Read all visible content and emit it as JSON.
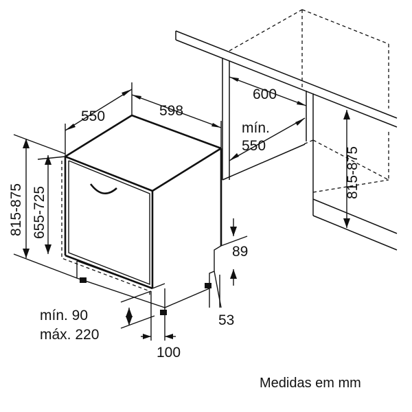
{
  "labels": {
    "unit_depth": "550",
    "unit_width": "598",
    "niche_width": "600",
    "niche_depth_prefix": "mín.",
    "niche_depth": "550",
    "niche_height_right": "815-875",
    "overall_height": "815-875",
    "body_height": "655-725",
    "top_clearance": "89",
    "plinth_offset": "53",
    "plinth_min": "mín. 90",
    "plinth_max": "máx. 220",
    "front_offset": "100"
  },
  "footer": {
    "units_note": "Medidas em mm"
  }
}
